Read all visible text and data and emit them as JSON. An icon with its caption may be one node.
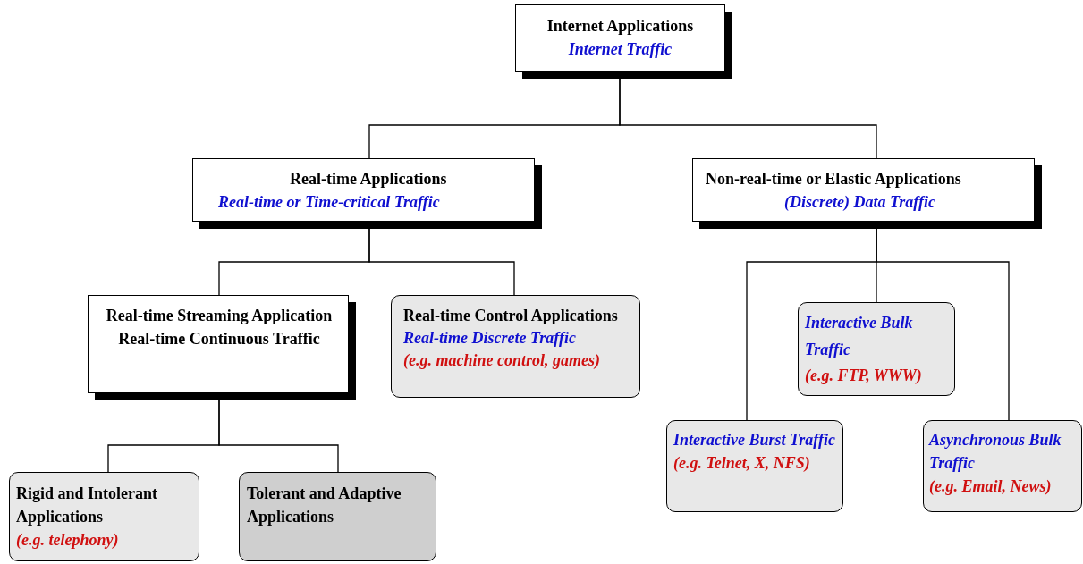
{
  "diagram": {
    "nodes": [
      {
        "text": [
          "Internet Applications",
          "Internet Traffic"
        ]
      },
      {
        "text": [
          "Real-time Applications",
          "Real-time or Time-critical Traffic"
        ]
      },
      {
        "text": [
          "Non-real-time or Elastic Applications",
          "(Discrete) Data Traffic"
        ]
      },
      {
        "text": [
          "Real-time Streaming Application",
          "Real-time Continuous Traffic"
        ]
      },
      {
        "text": [
          "Real-time Control Applications",
          "Real-time Discrete Traffic",
          "(e.g. machine control, games)"
        ]
      },
      {
        "text": [
          "Interactive Bulk Traffic",
          "(e.g. FTP, WWW)"
        ]
      },
      {
        "text": [
          "Interactive Burst Traffic",
          "(e.g. Telnet, X, NFS)"
        ]
      },
      {
        "text": [
          "Asynchronous Bulk Traffic",
          "(e.g. Email, News)"
        ]
      },
      {
        "text": [
          "Rigid and Intolerant Applications",
          "(e.g. telephony)"
        ]
      },
      {
        "text": [
          "Tolerant and Adaptive Applications"
        ]
      }
    ],
    "edges": [
      {
        "from": 0,
        "to": 1,
        "arrow": "none"
      },
      {
        "from": 0,
        "to": 2,
        "arrow": "none"
      },
      {
        "from": 1,
        "to": 3,
        "arrow": "none"
      },
      {
        "from": 1,
        "to": 4,
        "arrow": "none"
      },
      {
        "from": 2,
        "to": 6,
        "arrow": "none"
      },
      {
        "from": 2,
        "to": 5,
        "arrow": "none"
      },
      {
        "from": 2,
        "to": 7,
        "arrow": "none"
      },
      {
        "from": 3,
        "to": 8,
        "arrow": "none"
      },
      {
        "from": 3,
        "to": 9,
        "arrow": "none"
      }
    ]
  }
}
